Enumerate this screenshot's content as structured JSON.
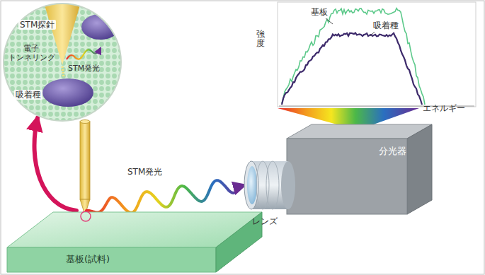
{
  "diagram": {
    "nodes": [
      {
        "text": [
          "STM探針",
          "電子 トンネリング",
          "STM発光",
          "吸着種"
        ]
      },
      {
        "text": [
          "分光器"
        ]
      },
      {
        "text": [
          "基板(試料)"
        ]
      }
    ],
    "edges": [
      {
        "from": 2,
        "to": 0,
        "arrow": "to"
      },
      {
        "from": 2,
        "to": 1,
        "label": "STM発光",
        "arrow": "to"
      }
    ],
    "labels": [
      "強度",
      "基板",
      "吸着種",
      "エネルギー",
      "レンズ"
    ]
  }
}
